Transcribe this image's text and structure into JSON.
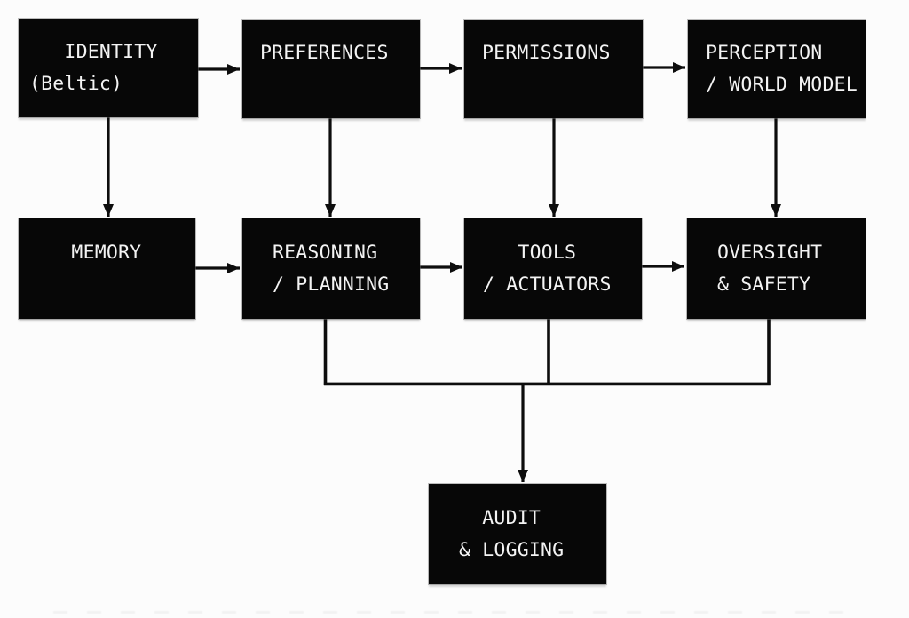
{
  "diagram": {
    "description": "Agent architecture flow diagram",
    "colors": {
      "background": "#fcfcfc",
      "box_fill": "#070707",
      "box_text": "#f3f3f3",
      "line": "#0d0d0d"
    },
    "nodes": {
      "identity": {
        "label": "IDENTITY (Beltic)",
        "text": "   IDENTITY\n(Beltic)"
      },
      "preferences": {
        "label": "PREFERENCES",
        "text": "PREFERENCES"
      },
      "permissions": {
        "label": "PERMISSIONS",
        "text": "PERMISSIONS"
      },
      "perception": {
        "label": "PERCEPTION / WORLD MODEL",
        "text": "PERCEPTION\n/ WORLD MODEL"
      },
      "memory": {
        "label": "MEMORY",
        "text": "   MEMORY"
      },
      "reasoning": {
        "label": "REASONING / PLANNING",
        "text": "REASONING\n/ PLANNING"
      },
      "tools": {
        "label": "TOOLS / ACTUATORS",
        "text": "   TOOLS\n/ ACTUATORS"
      },
      "oversight": {
        "label": "OVERSIGHT & SAFETY",
        "text": "OVERSIGHT\n& SAFETY"
      },
      "audit": {
        "label": "AUDIT & LOGGING",
        "text": "  AUDIT\n& LOGGING"
      }
    },
    "edges": [
      {
        "from": "identity",
        "to": "preferences",
        "arrow": true
      },
      {
        "from": "preferences",
        "to": "permissions",
        "arrow": true
      },
      {
        "from": "permissions",
        "to": "perception",
        "arrow": true
      },
      {
        "from": "identity",
        "to": "memory",
        "arrow": true
      },
      {
        "from": "preferences",
        "to": "reasoning",
        "arrow": true
      },
      {
        "from": "permissions",
        "to": "tools",
        "arrow": true
      },
      {
        "from": "perception",
        "to": "oversight",
        "arrow": true
      },
      {
        "from": "memory",
        "to": "reasoning",
        "arrow": true
      },
      {
        "from": "reasoning",
        "to": "tools",
        "arrow": true
      },
      {
        "from": "tools",
        "to": "oversight",
        "arrow": true
      },
      {
        "from": "reasoning",
        "to": "audit",
        "via": "shared-bus",
        "arrow": true
      },
      {
        "from": "tools",
        "to": "audit",
        "via": "shared-bus",
        "arrow": true
      },
      {
        "from": "oversight",
        "to": "audit",
        "via": "shared-bus",
        "arrow": true
      }
    ]
  }
}
